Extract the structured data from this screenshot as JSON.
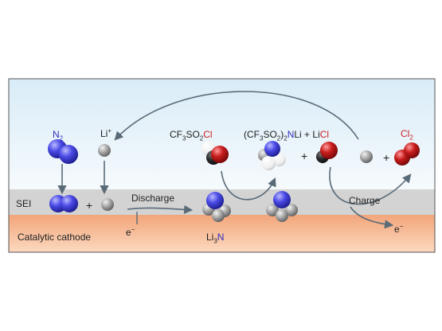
{
  "labels": {
    "sei": "SEI",
    "catalytic_cathode": "Catalytic cathode",
    "discharge": "Discharge",
    "charge": "Charge",
    "electron_left": "e",
    "electron_right": "e",
    "electron_sup": "−",
    "plus_1": "+",
    "plus_2": "+",
    "plus_3": "+"
  },
  "species": {
    "n2": {
      "base": "N",
      "sub": "2"
    },
    "li_ion": {
      "base": "Li",
      "sup": "+"
    },
    "cf3so2cl": {
      "cf": "CF",
      "sub3": "3",
      "so": "SO",
      "sub2": "2",
      "cl": "Cl"
    },
    "product": {
      "open": "(CF",
      "sub3": "3",
      "so": "SO",
      "sub2a": "2",
      "close": ")",
      "sub2b": "2",
      "n": "N",
      "li": "Li",
      "plus": " + Li",
      "cl": "Cl"
    },
    "cl2": {
      "base": "Cl",
      "sub": "2"
    },
    "li3n": {
      "li": "Li",
      "sub": "3",
      "n": "N"
    }
  },
  "colors": {
    "electrolyte_top": "#d9ecf7",
    "electrolyte_bottom": "#f6fafd",
    "sei_band": "#d3d3d3",
    "cathode_top": "#f2a57a",
    "cathode_bottom": "#fcd9bf",
    "nitrogen": "#3b3bd6",
    "lithium": "#9a9a9a",
    "chlorine": "#c41a1a",
    "carbon": "#222222",
    "arrow": "#5a6b78"
  }
}
